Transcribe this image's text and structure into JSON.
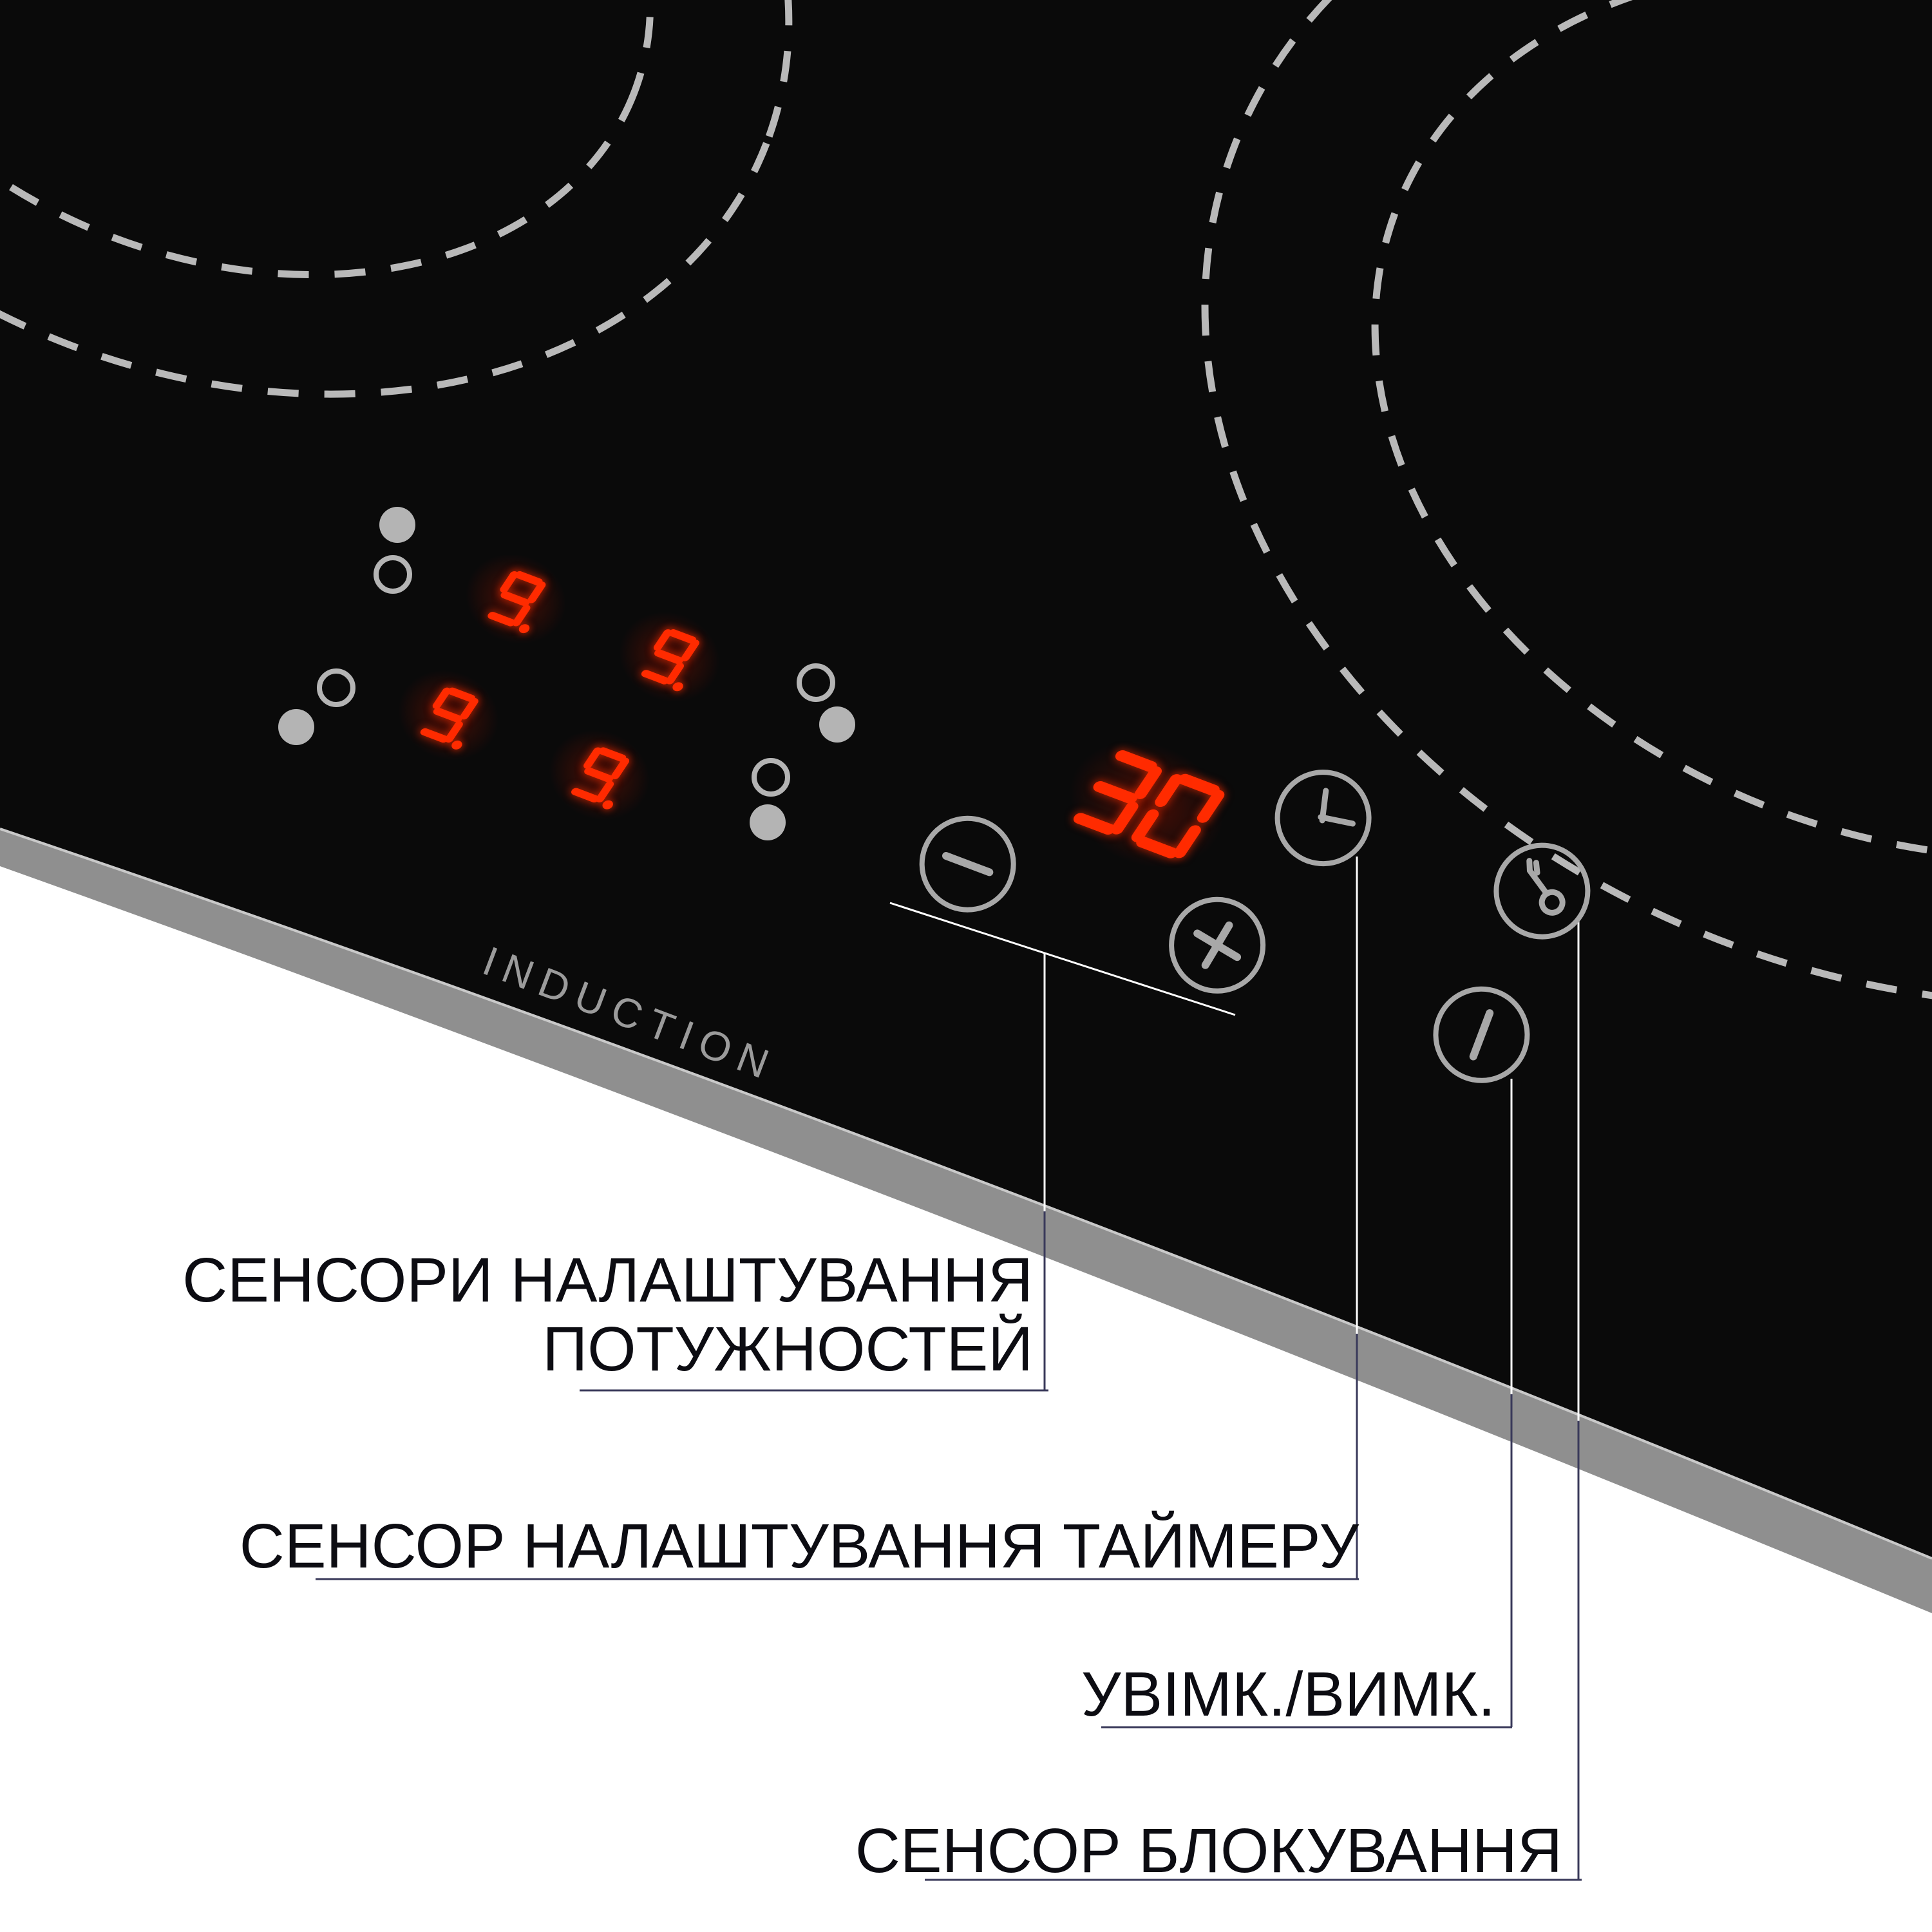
{
  "cooktop": {
    "brand_text": "INDUCTION",
    "zone_displays": [
      {
        "digit": "9",
        "decimal_point": true
      },
      {
        "digit": "9",
        "decimal_point": true
      },
      {
        "digit": "9",
        "decimal_point": true
      },
      {
        "digit": "9",
        "decimal_point": true
      }
    ],
    "timer": {
      "value": "30",
      "digits": [
        "3",
        "0"
      ]
    },
    "controls": {
      "minus": "power-decrease",
      "plus": "power-increase",
      "timer": "timer-clock",
      "lock": "key-lock",
      "power": "on-off"
    }
  },
  "annotations": {
    "power_sensors_line1": "СЕНСОРИ НАЛАШТУВАННЯ",
    "power_sensors_line2": "ПОТУЖНОСТЕЙ",
    "timer_sensor": "СЕНСОР НАЛАШТУВАННЯ ТАЙМЕРУ",
    "on_off": "УВІМК./ВИМК.",
    "lock_sensor": "СЕНСОР БЛОКУВАННЯ"
  },
  "colors": {
    "display_red": "#ff2b00",
    "hob_black": "#0a0a0a",
    "trim_gray": "#8f8f8f",
    "icon_gray": "#a8a8a8",
    "dash_gray": "#b9b9b9",
    "annotation_line_navy": "#39395a",
    "label_text": "#0c0c12"
  }
}
